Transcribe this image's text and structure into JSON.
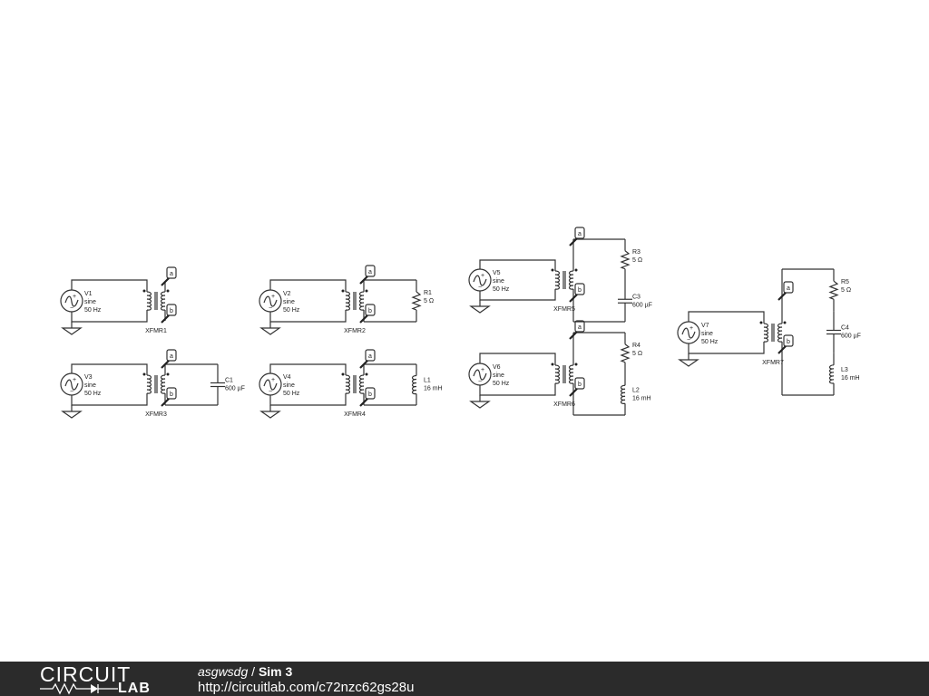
{
  "circuits": [
    {
      "source": "V1",
      "src_type": "sine",
      "freq": "50 Hz",
      "xfmr": "XFMR1",
      "load": []
    },
    {
      "source": "V2",
      "src_type": "sine",
      "freq": "50 Hz",
      "xfmr": "XFMR2",
      "load": [
        {
          "kind": "resistor",
          "name": "R1",
          "value": "5 Ω"
        }
      ]
    },
    {
      "source": "V3",
      "src_type": "sine",
      "freq": "50 Hz",
      "xfmr": "XFMR3",
      "load": [
        {
          "kind": "capacitor",
          "name": "C1",
          "value": "600 µF"
        }
      ]
    },
    {
      "source": "V4",
      "src_type": "sine",
      "freq": "50 Hz",
      "xfmr": "XFMR4",
      "load": [
        {
          "kind": "inductor",
          "name": "L1",
          "value": "16 mH"
        }
      ]
    },
    {
      "source": "V5",
      "src_type": "sine",
      "freq": "50 Hz",
      "xfmr": "XFMR5",
      "load": [
        {
          "kind": "resistor",
          "name": "R3",
          "value": "5 Ω"
        },
        {
          "kind": "capacitor",
          "name": "C3",
          "value": "600 µF"
        }
      ]
    },
    {
      "source": "V6",
      "src_type": "sine",
      "freq": "50 Hz",
      "xfmr": "XFMR6",
      "load": [
        {
          "kind": "resistor",
          "name": "R4",
          "value": "5 Ω"
        },
        {
          "kind": "inductor",
          "name": "L2",
          "value": "16 mH"
        }
      ]
    },
    {
      "source": "V7",
      "src_type": "sine",
      "freq": "50 Hz",
      "xfmr": "XFMR7",
      "load": [
        {
          "kind": "resistor",
          "name": "R5",
          "value": "5 Ω"
        },
        {
          "kind": "capacitor",
          "name": "C4",
          "value": "600 µF"
        },
        {
          "kind": "inductor",
          "name": "L3",
          "value": "16 mH"
        }
      ]
    }
  ],
  "probe_labels": {
    "a": "a",
    "b": "b"
  },
  "footer": {
    "logo_top": "CIRCUIT",
    "logo_bottom": "LAB",
    "user": "asgwsdg",
    "separator": " / ",
    "name": "Sim 3",
    "url": "http://circuitlab.com/c72nzc62gs28u"
  }
}
